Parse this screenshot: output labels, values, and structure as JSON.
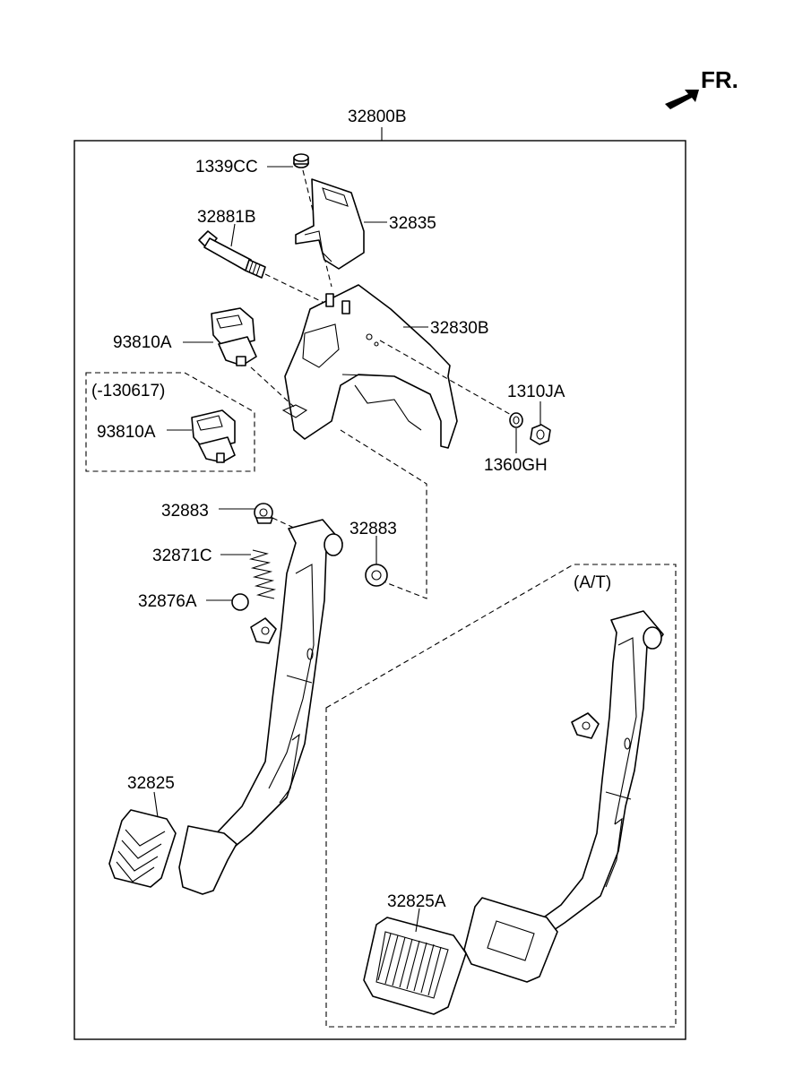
{
  "diagram": {
    "direction": {
      "text": "FR.",
      "icon": "arrow-icon"
    },
    "assembly": {
      "part": "32800B"
    },
    "variants": {
      "early": "(-130617)",
      "automatic": "(A/T)"
    },
    "parts": {
      "nut_top": "1339CC",
      "bolt": "32881B",
      "bracket_small": "32835",
      "stop_switch": "93810A",
      "stop_switch_early": "93810A",
      "main_bracket": "32830B",
      "nut_right": "1310JA",
      "washer_right": "1360GH",
      "bushing_left": "32883",
      "bushing_right": "32883",
      "spring": "32871C",
      "stopper": "32876A",
      "pad_manual": "32825",
      "pad_auto": "32825A"
    }
  }
}
